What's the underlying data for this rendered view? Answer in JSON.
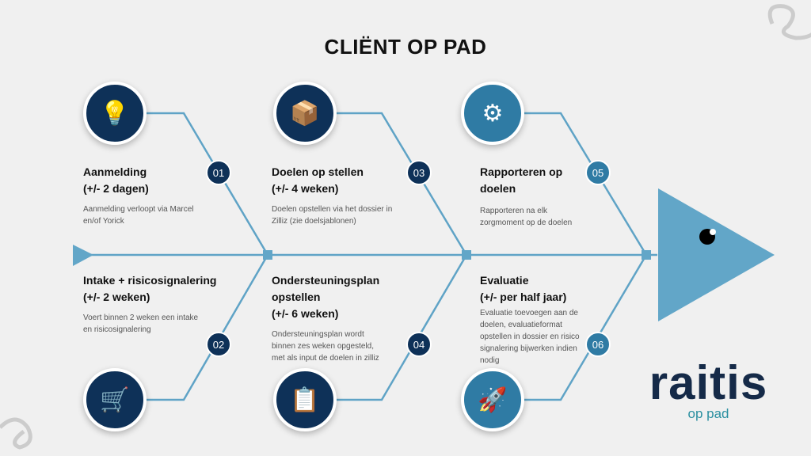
{
  "title": "CLIËNT OP PAD",
  "steps": [
    {
      "num": "01",
      "title": "Aanmelding",
      "duration": "(+/- 2 dagen)",
      "desc": "Aanmelding verloopt via Marcel en/of Yorick",
      "icon": "lightbulb-icon"
    },
    {
      "num": "02",
      "title": "Intake + risicosignalering",
      "duration": "(+/- 2 weken)",
      "desc": "Voert binnen 2 weken een intake en risicosignalering",
      "icon": "cart-search-icon"
    },
    {
      "num": "03",
      "title": "Doelen op stellen",
      "duration": "(+/- 4 weken)",
      "desc": "Doelen opstellen via het dossier in Zilliz (zie doelsjablonen)",
      "icon": "idea-box-icon"
    },
    {
      "num": "04",
      "title": "Ondersteuningsplan opstellen",
      "duration": "(+/- 6 weken)",
      "desc": "Ondersteuningsplan wordt binnen zes weken opgesteld, met als input de doelen in zilliz",
      "icon": "checklist-icon"
    },
    {
      "num": "05",
      "title": "Rapporteren op doelen",
      "duration": "",
      "desc": "Rapporteren na elk zorgmoment op de doelen",
      "icon": "money-gear-icon"
    },
    {
      "num": "06",
      "title": "Evaluatie",
      "duration": "(+/- per half jaar)",
      "desc": "Evaluatie toevoegen aan de doelen, evaluatieformat opstellen in dossier en risico signalering  bijwerken indien nodig",
      "icon": "rocket-icon"
    }
  ],
  "logo": {
    "word": "raitis",
    "sub": "op pad"
  },
  "colors": {
    "navy": "#0e3158",
    "teal": "#2f7ba4",
    "line": "#5fa3c6"
  }
}
